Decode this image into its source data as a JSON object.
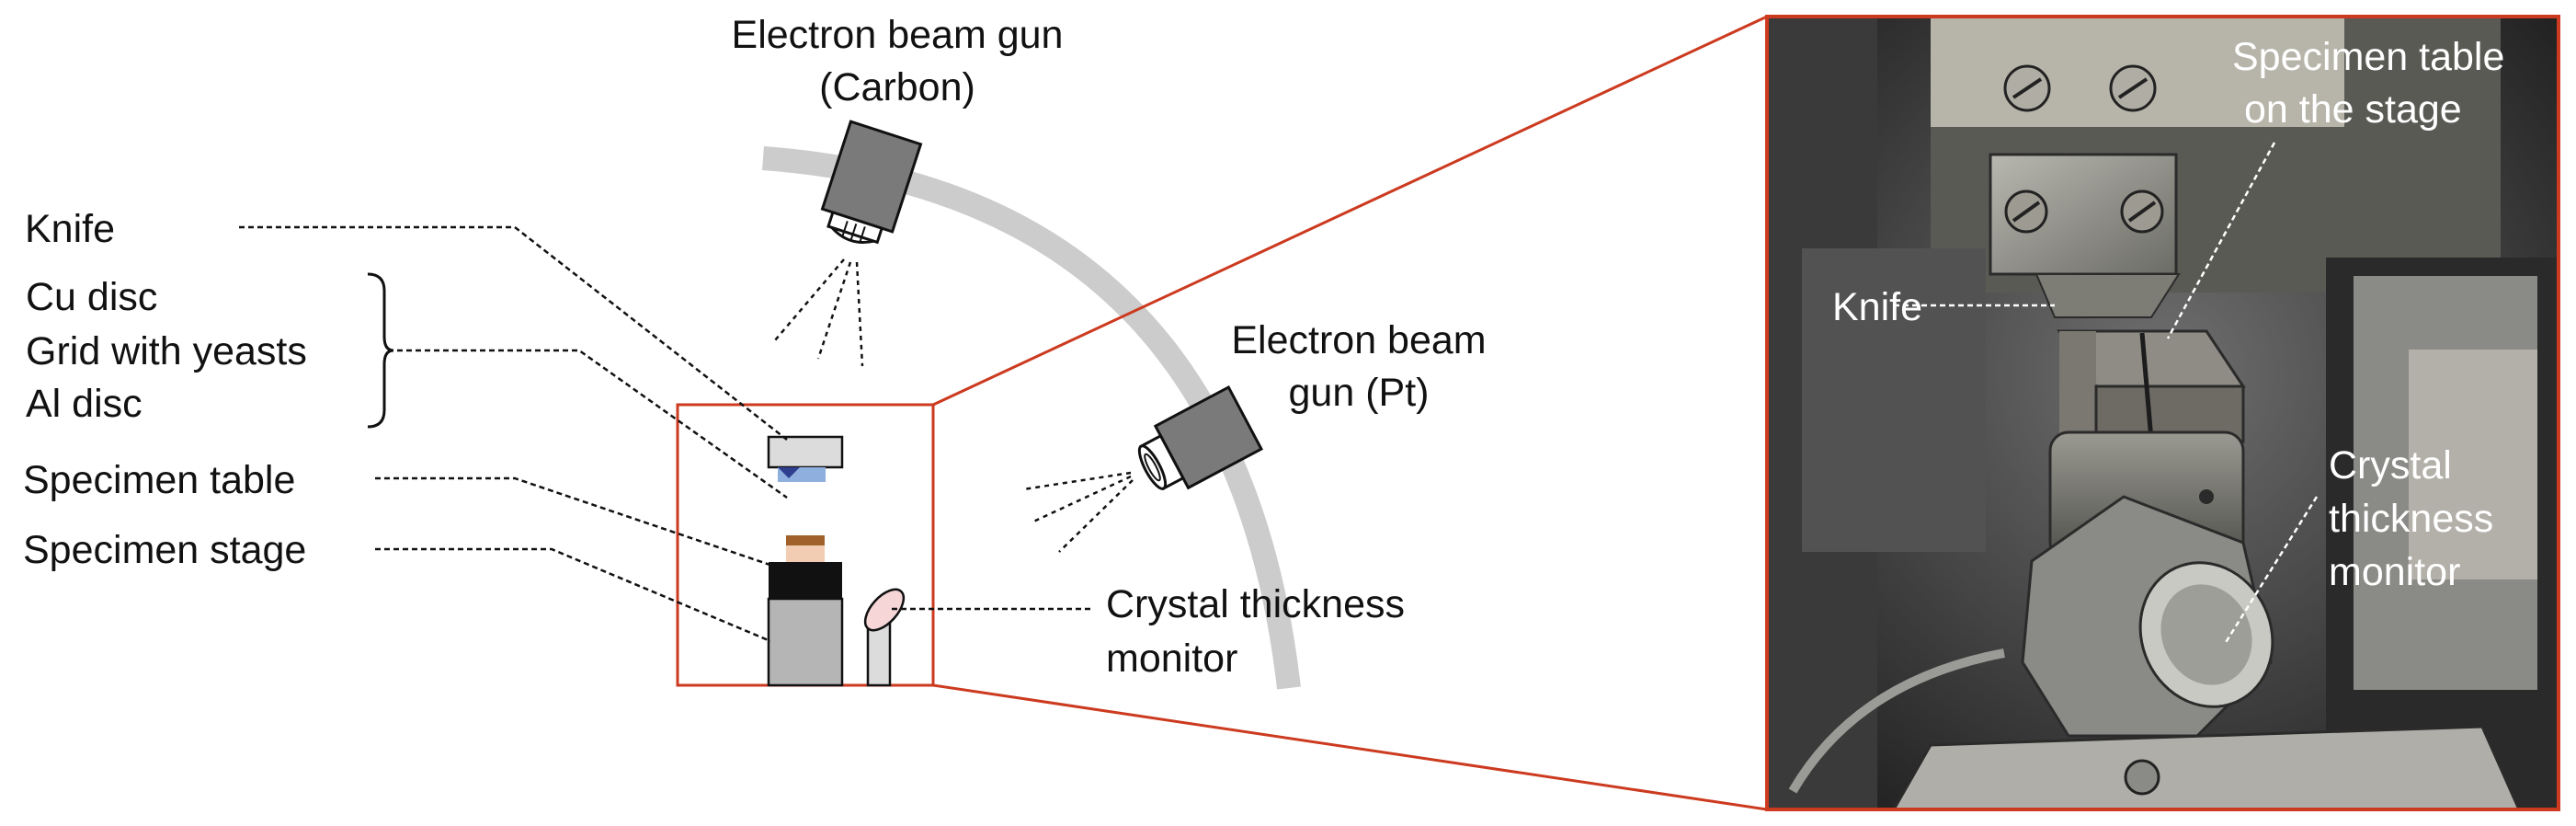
{
  "labels": {
    "gun_carbon_line1": "Electron beam gun",
    "gun_carbon_line2": "(Carbon)",
    "gun_pt_line1": "Electron beam",
    "gun_pt_line2": "gun (Pt)",
    "knife": "Knife",
    "cu_disc": "Cu disc",
    "grid": "Grid with yeasts",
    "al_disc": "Al disc",
    "specimen_table": "Specimen table",
    "specimen_stage": "Specimen stage",
    "crystal_line1": "Crystal thickness",
    "crystal_line2": "monitor"
  },
  "photo_labels": {
    "table_line1": "Specimen table",
    "table_line2": "on the stage",
    "knife": "Knife",
    "crystal_line1": "Crystal",
    "crystal_line2": "thickness",
    "crystal_line3": "monitor"
  },
  "colors": {
    "frame_accent": "#cc3a1f",
    "arc": "#cccccc",
    "gun_body": "#7a7a7a",
    "stage_gray": "#b5b5b5",
    "grid_blue": "#8fb0de",
    "cu_brown": "#a0622a",
    "al_peach": "#f2cdb3",
    "monitor_pink": "#f6d6d6"
  }
}
